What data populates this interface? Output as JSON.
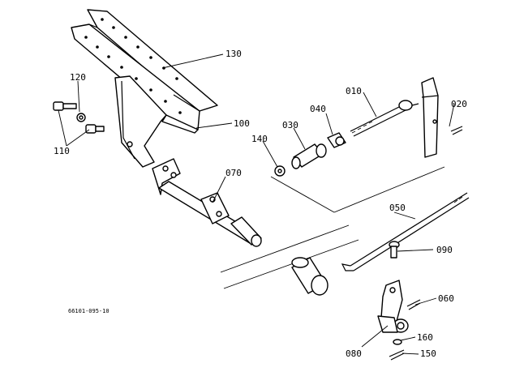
{
  "drawing_code": "66101-095-10",
  "callouts": {
    "p130": "130",
    "p120": "120",
    "p110": "110",
    "p100": "100",
    "p010": "010",
    "p020": "020",
    "p040": "040",
    "p030": "030",
    "p140": "140",
    "p070": "070",
    "p050": "050",
    "p090": "090",
    "p060": "060",
    "p160": "160",
    "p080": "080",
    "p150": "150"
  }
}
